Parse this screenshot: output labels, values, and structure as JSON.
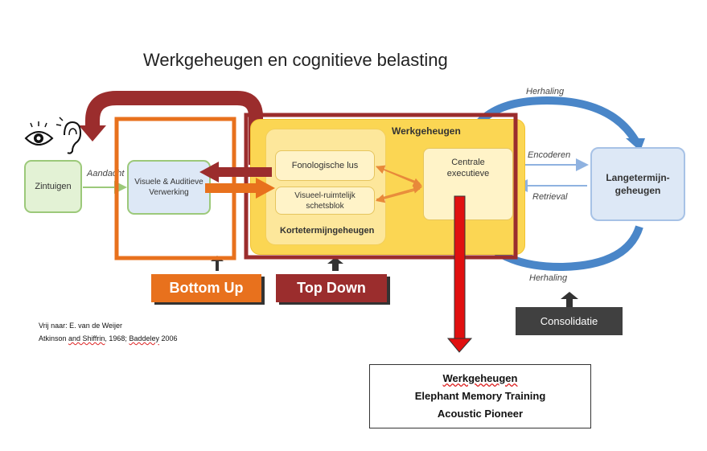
{
  "title": "Werkgeheugen en cognitieve belasting",
  "nodes": {
    "zintuigen": "Zintuigen",
    "visueel_line1": "Visuele & Auditieve",
    "visueel_line2": "Verwerking",
    "werkgeheugen": "Werkgeheugen",
    "fonologische": "Fonologische lus",
    "visueel_ruimtelijk_line1": "Visueel-ruimtelijk",
    "visueel_ruimtelijk_line2": "schetsblok",
    "kortetermijn": "Kortetermijngeheugen",
    "centrale_line1": "Centrale",
    "centrale_line2": "executieve",
    "langetermijn_line1": "Langetermijn-",
    "langetermijn_line2": "geheugen"
  },
  "edges": {
    "aandacht": "Aandacht",
    "herhaling_top": "Herhaling",
    "encoderen": "Encoderen",
    "retrieval": "Retrieval",
    "herhaling_bottom": "Herhaling"
  },
  "buttons": {
    "bottom_up": "Bottom Up",
    "top_down": "Top Down",
    "consolidatie": "Consolidatie"
  },
  "credits": {
    "line1": "Vrij naar: E. van de Weijer",
    "line2_a": "Atkinson ",
    "line2_b": "and Shiffrin",
    "line2_c": ", 1968; ",
    "line2_d": "Baddeley",
    "line2_e": " 2006"
  },
  "result": {
    "line1": "Werkgeheugen",
    "line2": "Elephant Memory Training",
    "line3": "Acoustic Pioneer"
  },
  "colors": {
    "orange": "#e8711d",
    "dark_red": "#9b2d2d",
    "yellow": "#fbd653",
    "blue_arrow": "#4a86c8",
    "red_arrow": "#e01010"
  }
}
